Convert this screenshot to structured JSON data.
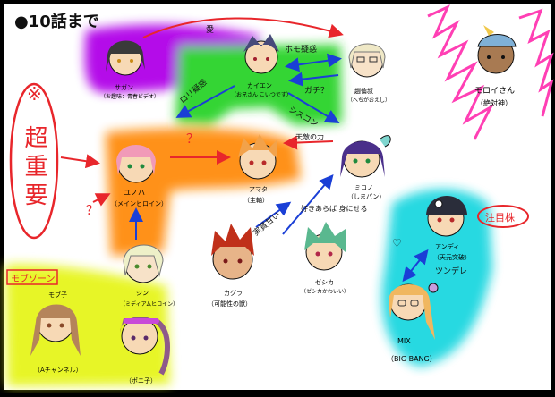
{
  "title": "●10話まで",
  "important_note": {
    "mark": "※",
    "text": "超重要"
  },
  "group_labels": {
    "mobzone": "モブゾーン",
    "attention": "注目株"
  },
  "characters": {
    "sagan": {
      "name": "サガン",
      "note": "（お趣味：青春ビデオ）"
    },
    "kaien": {
      "name": "カイエン",
      "note": "（お兄さん こいつです）"
    },
    "rinmei": {
      "name": "趙倫叔",
      "note": "（へちがおえし）"
    },
    "moroi": {
      "name": "モロイさん",
      "note": "（絶対神）"
    },
    "yunoha": {
      "name": "ユノハ",
      "note": "（メインヒロイン）"
    },
    "amata": {
      "name": "アマタ",
      "note": "（主軸）"
    },
    "mikono": {
      "name": "ミコノ",
      "note": "（しまパン）"
    },
    "jin": {
      "name": "ジン",
      "note": "（ミディアムヒロイン）"
    },
    "kagura": {
      "name": "カグラ",
      "note": "（可能性の獣）"
    },
    "zessica": {
      "name": "ゼシカ",
      "note": "（ゼシカかわいい）"
    },
    "andy": {
      "name": "アンディ",
      "note": "（天元突破）"
    },
    "mix": {
      "name": "MIX",
      "note": "（BIG BANG）"
    },
    "moko": {
      "name": "モブ子",
      "note": "（Aチャンネル）"
    },
    "pony": {
      "name": "",
      "note": "（ポニ子）"
    }
  },
  "relation_labels": {
    "love": "愛",
    "unrequited_love": "ホモ疑惑",
    "bicker": "ガチ？",
    "lolicon": "ロリ疑惑",
    "shiscon": "シスコン",
    "fated": "天敵の力",
    "yunoha_q": "？",
    "jin_q": "？",
    "kagura_amata": "実質甘い",
    "zessica_amata": "好きあらば 身にせる",
    "andy_mix_heart": "♡",
    "andy_mix": "ツンデレ"
  },
  "colors": {
    "purple": "#b000e8",
    "green": "#2bd32b",
    "orange": "#ff8c0f",
    "cyan": "#1ad7e0",
    "lime": "#e6f51e",
    "red": "#e8262b",
    "blue": "#1a3fd6",
    "pink": "#ff3fb4"
  }
}
